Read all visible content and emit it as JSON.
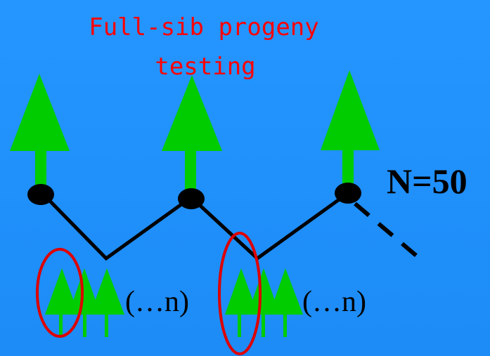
{
  "title": {
    "line1": "Full-sib progeny",
    "line2": "testing"
  },
  "population_label": "N=50",
  "progeny_labels": [
    "(…n)",
    "(…n)"
  ],
  "colors": {
    "background": "#1e90ff",
    "tree": "#00cc00",
    "node": "#000000",
    "title": "#ff0000",
    "selection_circle": "#dd0000"
  }
}
